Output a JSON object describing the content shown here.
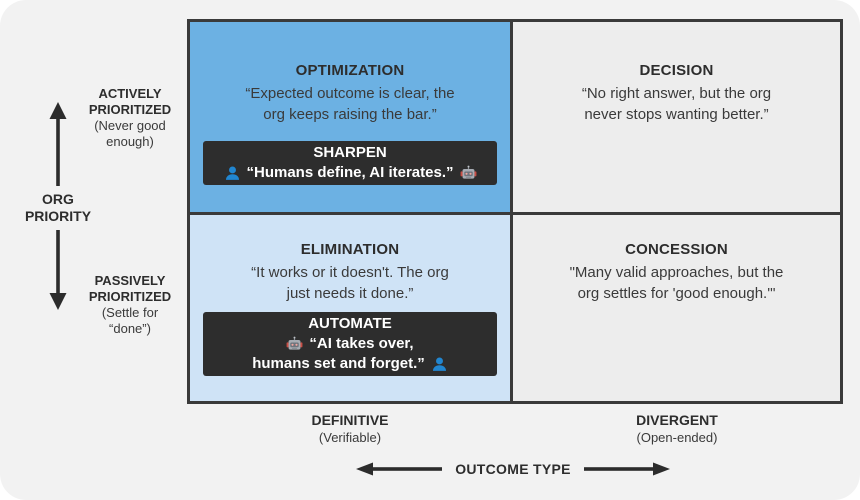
{
  "colors": {
    "page_bg": "#f2f2f2",
    "grid_border": "#3a3a3a",
    "quadrant_blue": "#6cb1e3",
    "quadrant_light_blue": "#cfe3f6",
    "quadrant_gray": "#ededed",
    "badge_bg": "#2d2d2d",
    "badge_text": "#ffffff",
    "person_icon_blue": "#2186d0",
    "robot_icon_gray": "#a7acb3",
    "robot_ear_red": "#c94f46",
    "arrow_color": "#2c2c2c"
  },
  "icons": {
    "person": "bust-silhouette",
    "robot": "robot-face"
  },
  "quadrants": {
    "optimization": {
      "title": "OPTIMIZATION",
      "quote1": "“Expected outcome is clear, the",
      "quote2": "org keeps raising the bar.”",
      "badge": {
        "title": "SHARPEN",
        "line": "“Humans define, AI iterates.”"
      }
    },
    "decision": {
      "title": "DECISION",
      "quote1": "“No right answer, but the org",
      "quote2": "never stops wanting better.”"
    },
    "elimination": {
      "title": "ELIMINATION",
      "quote1": "“It works or it doesn't. The org",
      "quote2": "just needs it done.”",
      "badge": {
        "title": "AUTOMATE",
        "line1": "“AI takes over,",
        "line2": "humans set and forget.”"
      }
    },
    "concession": {
      "title": "CONCESSION",
      "quote1": "\"Many valid approaches, but the",
      "quote2": "org settles for 'good enough.'\""
    }
  },
  "left_axis": {
    "title_line1": "ORG",
    "title_line2": "PRIORITY",
    "top_label": {
      "line1": "ACTIVELY",
      "line2": "PRIORITIZED",
      "line3": "(Never good",
      "line4": "enough)"
    },
    "bottom_label": {
      "line1": "PASSIVELY",
      "line2": "PRIORITIZED",
      "line3": "(Settle for",
      "line4": "“done”)"
    }
  },
  "bottom_axis": {
    "left_label": {
      "label": "DEFINITIVE",
      "sub": "(Verifiable)"
    },
    "right_label": {
      "label": "DIVERGENT",
      "sub": "(Open-ended)"
    },
    "title": "OUTCOME TYPE"
  }
}
